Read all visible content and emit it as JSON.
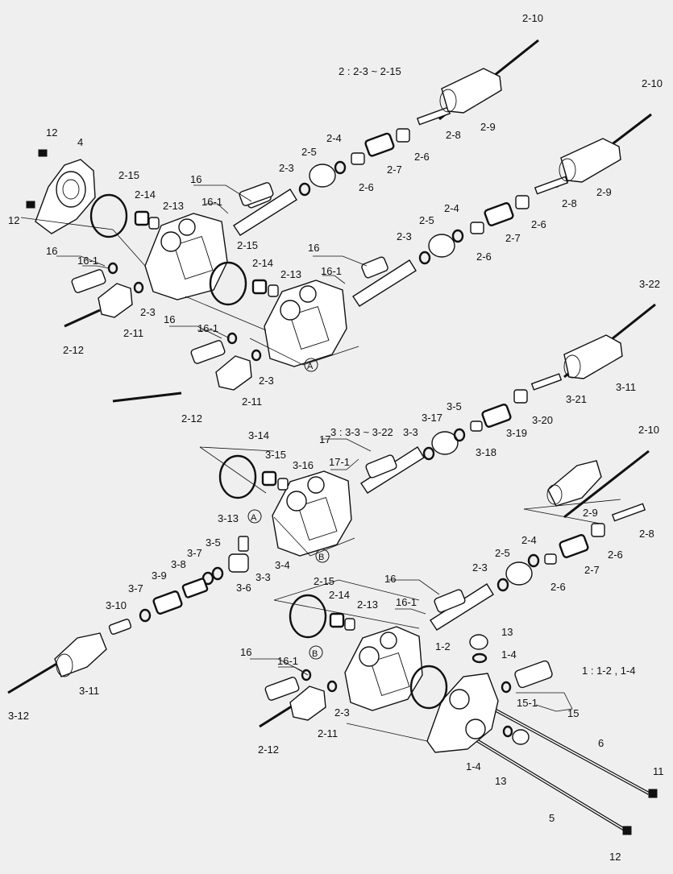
{
  "notes": {
    "group2": "2 : 2-3 ~ 2-15",
    "group3": "3 : 3-3 ~ 3-22",
    "group1": "1 : 1-2 , 1-4"
  },
  "markers": {
    "a": "A",
    "b": "B"
  },
  "labels": {
    "l_2_10_a": "2-10",
    "l_2_10_b": "2-10",
    "l_2_10_c": "2-10",
    "l_2_9_a": "2-9",
    "l_2_9_b": "2-9",
    "l_2_9_c": "2-9",
    "l_2_8_a": "2-8",
    "l_2_8_b": "2-8",
    "l_2_8_c": "2-8",
    "l_2_7_a": "2-7",
    "l_2_7_b": "2-7",
    "l_2_7_c": "2-7",
    "l_2_6_a": "2-6",
    "l_2_6_b": "2-6",
    "l_2_6_c": "2-6",
    "l_2_6_d": "2-6",
    "l_2_6_e": "2-6",
    "l_2_6_f": "2-6",
    "l_2_5_a": "2-5",
    "l_2_5_b": "2-5",
    "l_2_5_c": "2-5",
    "l_2_4_a": "2-4",
    "l_2_4_b": "2-4",
    "l_2_4_c": "2-4",
    "l_2_3_a": "2-3",
    "l_2_3_b": "2-3",
    "l_2_3_c": "2-3",
    "l_2_3_d": "2-3",
    "l_2_3_e": "2-3",
    "l_2_3_f": "2-3",
    "l_2_15_a": "2-15",
    "l_2_15_b": "2-15",
    "l_2_15_c": "2-15",
    "l_2_14_a": "2-14",
    "l_2_14_b": "2-14",
    "l_2_14_c": "2-14",
    "l_2_13_a": "2-13",
    "l_2_13_b": "2-13",
    "l_2_13_c": "2-13",
    "l_2_11_a": "2-11",
    "l_2_11_b": "2-11",
    "l_2_11_c": "2-11",
    "l_2_12_a": "2-12",
    "l_2_12_b": "2-12",
    "l_2_12_c": "2-12",
    "l_16_a": "16",
    "l_16_b": "16",
    "l_16_c": "16",
    "l_16_d": "16",
    "l_16_e": "16",
    "l_16_f": "16",
    "l_16_1_a": "16-1",
    "l_16_1_b": "16-1",
    "l_16_1_c": "16-1",
    "l_16_1_d": "16-1",
    "l_16_1_e": "16-1",
    "l_16_1_f": "16-1",
    "l_12_a": "12",
    "l_12_b": "12",
    "l_12_c": "12",
    "l_4": "4",
    "l_3_22": "3-22",
    "l_3_21": "3-21",
    "l_3_20": "3-20",
    "l_3_19": "3-19",
    "l_3_18": "3-18",
    "l_3_17": "3-17",
    "l_3_5_a": "3-5",
    "l_3_5_b": "3-5",
    "l_3_3_a": "3-3",
    "l_3_3_b": "3-3",
    "l_3_14": "3-14",
    "l_3_15": "3-15",
    "l_3_16": "3-16",
    "l_3_13": "3-13",
    "l_3_4": "3-4",
    "l_3_6": "3-6",
    "l_3_7_a": "3-7",
    "l_3_7_b": "3-7",
    "l_3_8": "3-8",
    "l_3_9": "3-9",
    "l_3_10": "3-10",
    "l_3_11_a": "3-11",
    "l_3_11_b": "3-11",
    "l_3_12": "3-12",
    "l_17": "17",
    "l_17_1": "17-1",
    "l_1_2": "1-2",
    "l_1_4_a": "1-4",
    "l_1_4_b": "1-4",
    "l_13_a": "13",
    "l_13_b": "13",
    "l_15": "15",
    "l_15_1": "15-1",
    "l_6": "6",
    "l_5": "5",
    "l_11": "11"
  }
}
